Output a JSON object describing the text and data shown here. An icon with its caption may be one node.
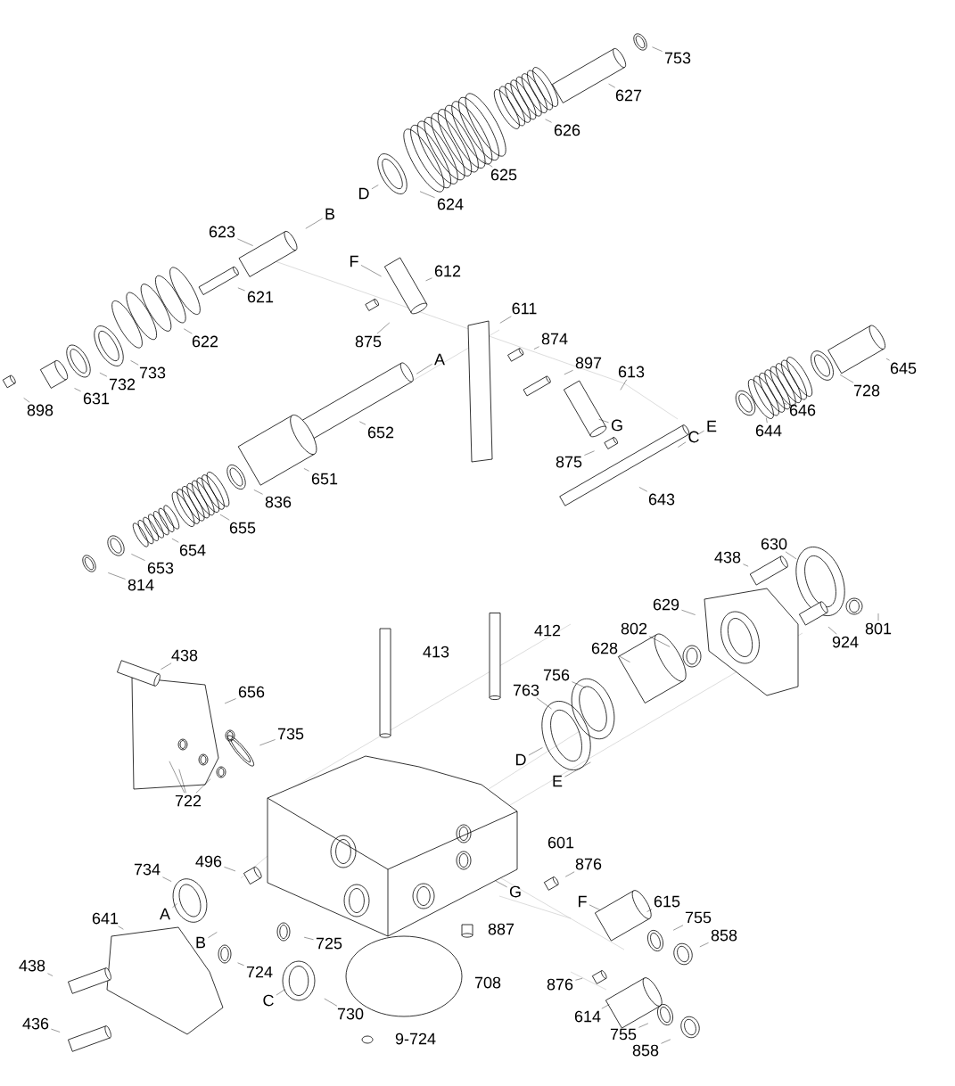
{
  "diagram": {
    "nodes": [
      {
        "text": [
          "753"
        ]
      },
      {
        "text": [
          "627"
        ]
      },
      {
        "text": [
          "626"
        ]
      },
      {
        "text": [
          "625"
        ]
      },
      {
        "text": [
          "624"
        ]
      },
      {
        "text": [
          "D"
        ]
      },
      {
        "text": [
          "623"
        ]
      },
      {
        "text": [
          "B"
        ]
      },
      {
        "text": [
          "621"
        ]
      },
      {
        "text": [
          "622"
        ]
      },
      {
        "text": [
          "F"
        ]
      },
      {
        "text": [
          "612"
        ]
      },
      {
        "text": [
          "875"
        ]
      },
      {
        "text": [
          "611"
        ]
      },
      {
        "text": [
          "874"
        ]
      },
      {
        "text": [
          "A"
        ]
      },
      {
        "text": [
          "897"
        ]
      },
      {
        "text": [
          "613"
        ]
      },
      {
        "text": [
          "733"
        ]
      },
      {
        "text": [
          "732"
        ]
      },
      {
        "text": [
          "631"
        ]
      },
      {
        "text": [
          "898"
        ]
      },
      {
        "text": [
          "652"
        ]
      },
      {
        "text": [
          "G"
        ]
      },
      {
        "text": [
          "E"
        ]
      },
      {
        "text": [
          "C"
        ]
      },
      {
        "text": [
          "875"
        ]
      },
      {
        "text": [
          "644"
        ]
      },
      {
        "text": [
          "646"
        ]
      },
      {
        "text": [
          "728"
        ]
      },
      {
        "text": [
          "645"
        ]
      },
      {
        "text": [
          "651"
        ]
      },
      {
        "text": [
          "643"
        ]
      },
      {
        "text": [
          "836"
        ]
      },
      {
        "text": [
          "655"
        ]
      },
      {
        "text": [
          "654"
        ]
      },
      {
        "text": [
          "653"
        ]
      },
      {
        "text": [
          "814"
        ]
      },
      {
        "text": [
          "438"
        ]
      },
      {
        "text": [
          "630"
        ]
      },
      {
        "text": [
          "629"
        ]
      },
      {
        "text": [
          "802"
        ]
      },
      {
        "text": [
          "801"
        ]
      },
      {
        "text": [
          "924"
        ]
      },
      {
        "text": [
          "628"
        ]
      },
      {
        "text": [
          "756"
        ]
      },
      {
        "text": [
          "763"
        ]
      },
      {
        "text": [
          "438"
        ]
      },
      {
        "text": [
          "656"
        ]
      },
      {
        "text": [
          "735"
        ]
      },
      {
        "text": [
          "722"
        ]
      },
      {
        "text": [
          "D"
        ]
      },
      {
        "text": [
          "E"
        ]
      },
      {
        "text": [
          "876"
        ]
      },
      {
        "text": [
          "734"
        ]
      },
      {
        "text": [
          "496"
        ]
      },
      {
        "text": [
          "A"
        ]
      },
      {
        "text": [
          "G"
        ]
      },
      {
        "text": [
          "F"
        ]
      },
      {
        "text": [
          "615"
        ]
      },
      {
        "text": [
          "641"
        ]
      },
      {
        "text": [
          "755"
        ]
      },
      {
        "text": [
          "858"
        ]
      },
      {
        "text": [
          "B"
        ]
      },
      {
        "text": [
          "725"
        ]
      },
      {
        "text": [
          "724"
        ]
      },
      {
        "text": [
          "438"
        ]
      },
      {
        "text": [
          "876"
        ]
      },
      {
        "text": [
          "C"
        ]
      },
      {
        "text": [
          "730"
        ]
      },
      {
        "text": [
          "614"
        ]
      },
      {
        "text": [
          "755"
        ]
      },
      {
        "text": [
          "858"
        ]
      },
      {
        "text": [
          "436"
        ]
      }
    ],
    "edges": [
      {
        "from": 0,
        "to": null,
        "arrow": "none"
      },
      {
        "from": 1,
        "to": null,
        "arrow": "none"
      },
      {
        "from": 2,
        "to": null,
        "arrow": "none"
      },
      {
        "from": 3,
        "to": null,
        "arrow": "none"
      },
      {
        "from": 4,
        "to": null,
        "arrow": "none"
      },
      {
        "from": 5,
        "to": null,
        "arrow": "none"
      },
      {
        "from": 6,
        "to": null,
        "arrow": "none"
      },
      {
        "from": 7,
        "to": null,
        "arrow": "none"
      },
      {
        "from": 8,
        "to": null,
        "arrow": "none"
      },
      {
        "from": 9,
        "to": null,
        "arrow": "none"
      },
      {
        "from": 10,
        "to": null,
        "arrow": "none"
      },
      {
        "from": 11,
        "to": null,
        "arrow": "none"
      },
      {
        "from": 12,
        "to": null,
        "arrow": "none"
      },
      {
        "from": 13,
        "to": null,
        "arrow": "none"
      },
      {
        "from": 14,
        "to": null,
        "arrow": "none"
      },
      {
        "from": 15,
        "to": null,
        "arrow": "none"
      },
      {
        "from": 16,
        "to": null,
        "arrow": "none"
      },
      {
        "from": 17,
        "to": null,
        "arrow": "none"
      },
      {
        "from": 18,
        "to": null,
        "arrow": "none"
      },
      {
        "from": 19,
        "to": null,
        "arrow": "none"
      },
      {
        "from": 20,
        "to": null,
        "arrow": "none"
      },
      {
        "from": 21,
        "to": null,
        "arrow": "none"
      },
      {
        "from": 22,
        "to": null,
        "arrow": "none"
      },
      {
        "from": 23,
        "to": null,
        "arrow": "none"
      },
      {
        "from": 24,
        "to": null,
        "arrow": "none"
      },
      {
        "from": 25,
        "to": null,
        "arrow": "none"
      },
      {
        "from": 26,
        "to": null,
        "arrow": "none"
      },
      {
        "from": 27,
        "to": null,
        "arrow": "none"
      },
      {
        "from": 28,
        "to": null,
        "arrow": "none"
      },
      {
        "from": 29,
        "to": null,
        "arrow": "none"
      },
      {
        "from": 30,
        "to": null,
        "arrow": "none"
      },
      {
        "from": 31,
        "to": null,
        "arrow": "none"
      },
      {
        "from": 32,
        "to": null,
        "arrow": "none"
      },
      {
        "from": 33,
        "to": null,
        "arrow": "none"
      },
      {
        "from": 34,
        "to": null,
        "arrow": "none"
      },
      {
        "from": 35,
        "to": null,
        "arrow": "none"
      },
      {
        "from": 36,
        "to": null,
        "arrow": "none"
      },
      {
        "from": 37,
        "to": null,
        "arrow": "none"
      },
      {
        "from": 38,
        "to": null,
        "arrow": "none"
      },
      {
        "from": 39,
        "to": null,
        "arrow": "none"
      },
      {
        "from": 40,
        "to": null,
        "arrow": "none"
      },
      {
        "from": 41,
        "to": null,
        "arrow": "none"
      },
      {
        "from": 42,
        "to": null,
        "arrow": "none"
      },
      {
        "from": 43,
        "to": null,
        "arrow": "none"
      },
      {
        "from": 44,
        "to": null,
        "arrow": "none"
      },
      {
        "from": 45,
        "to": null,
        "arrow": "none"
      },
      {
        "from": 46,
        "to": null,
        "arrow": "none"
      },
      {
        "from": 47,
        "to": null,
        "arrow": "none"
      },
      {
        "from": 48,
        "to": null,
        "arrow": "none"
      },
      {
        "from": 49,
        "to": null,
        "arrow": "none"
      },
      {
        "from": 50,
        "to": null,
        "arrow": "none"
      },
      {
        "from": 50,
        "to": null,
        "arrow": "none"
      },
      {
        "from": 50,
        "to": null,
        "arrow": "none"
      },
      {
        "from": 51,
        "to": null,
        "arrow": "none"
      },
      {
        "from": 52,
        "to": null,
        "arrow": "none"
      },
      {
        "from": 53,
        "to": null,
        "arrow": "none"
      },
      {
        "from": 54,
        "to": null,
        "arrow": "none"
      },
      {
        "from": 55,
        "to": null,
        "arrow": "none"
      },
      {
        "from": 56,
        "to": null,
        "arrow": "none"
      },
      {
        "from": 57,
        "to": null,
        "arrow": "none"
      },
      {
        "from": 58,
        "to": null,
        "arrow": "none"
      },
      {
        "from": 59,
        "to": null,
        "arrow": "none"
      },
      {
        "from": 60,
        "to": null,
        "arrow": "none"
      },
      {
        "from": 61,
        "to": null,
        "arrow": "none"
      },
      {
        "from": 62,
        "to": null,
        "arrow": "none"
      },
      {
        "from": 63,
        "to": null,
        "arrow": "none"
      },
      {
        "from": 64,
        "to": null,
        "arrow": "none"
      },
      {
        "from": 65,
        "to": null,
        "arrow": "none"
      },
      {
        "from": 66,
        "to": null,
        "arrow": "none"
      },
      {
        "from": 67,
        "to": null,
        "arrow": "none"
      },
      {
        "from": 68,
        "to": null,
        "arrow": "none"
      },
      {
        "from": 69,
        "to": null,
        "arrow": "none"
      },
      {
        "from": 70,
        "to": null,
        "arrow": "none"
      },
      {
        "from": 71,
        "to": null,
        "arrow": "none"
      },
      {
        "from": 72,
        "to": null,
        "arrow": "none"
      },
      {
        "from": 73,
        "to": null,
        "arrow": "none"
      }
    ],
    "labels": [
      "413",
      "412",
      "601",
      "887",
      "708",
      "9-724"
    ]
  }
}
